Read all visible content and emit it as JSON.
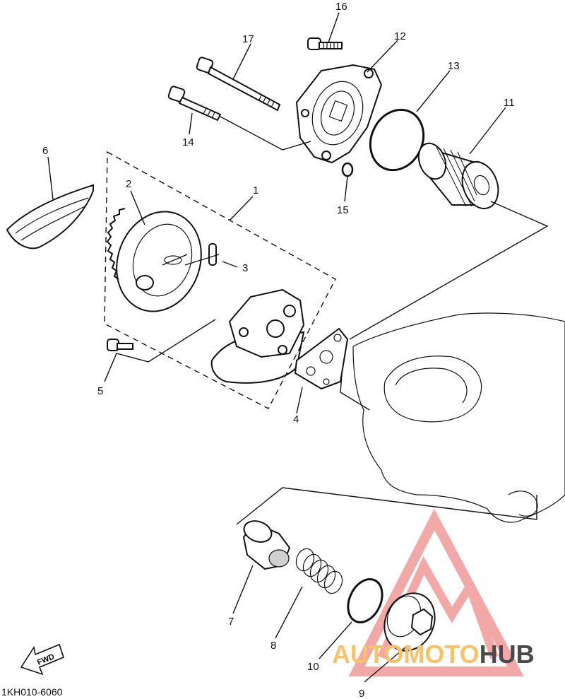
{
  "diagram_code": "1KH010-6060",
  "fwd_label": "FWD",
  "watermark": {
    "auto": "AUTO",
    "moto": "MOTO",
    "hub": "HUB",
    "colors": {
      "logo": "#f29a9a",
      "auto": "#f6c36a",
      "hub": "#4a4a4a"
    }
  },
  "callouts": {
    "p1": "1",
    "p2": "2",
    "p3": "3",
    "p4": "4",
    "p5": "5",
    "p6": "6",
    "p7": "7",
    "p8": "8",
    "p9": "9",
    "p10": "10",
    "p11": "11",
    "p12": "12",
    "p13": "13",
    "p14": "14",
    "p15": "15",
    "p16": "16",
    "p17": "17"
  }
}
